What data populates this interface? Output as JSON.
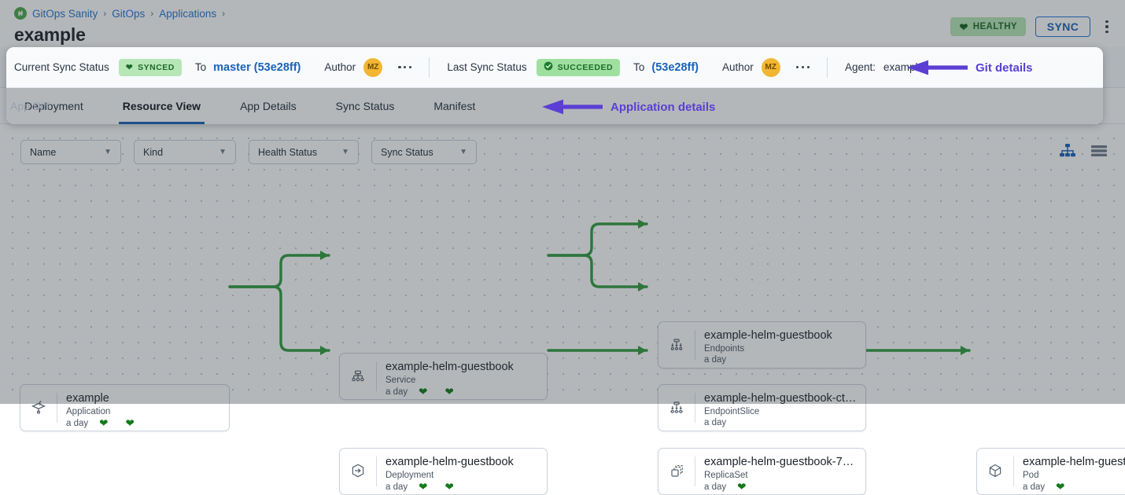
{
  "breadcrumb": {
    "icon": "gitops-logo-icon",
    "items": [
      "GitOps Sanity",
      "GitOps",
      "Applications"
    ],
    "separator": "›"
  },
  "header": {
    "title": "example",
    "health_badge": {
      "label": "HEALTHY",
      "icon": "heart-icon",
      "color": "#b7e6b7"
    },
    "sync_button": {
      "label": "SYNC",
      "color": "#2176d2"
    },
    "kebab": "more-options-icon"
  },
  "status_bar": {
    "current_sync_label": "Current Sync Status",
    "current_sync_pill": {
      "label": "SYNCED",
      "icon": "heart-icon"
    },
    "current_to_label": "To",
    "current_revision": "master (53e28ff)",
    "current_author_label": "Author",
    "current_author_initials": "MZ",
    "last_sync_label": "Last Sync Status",
    "last_sync_pill": {
      "label": "SUCCEEDED",
      "icon": "check-circle-icon"
    },
    "last_to_label": "To",
    "last_revision": "(53e28ff)",
    "last_author_label": "Author",
    "last_author_initials": "MZ",
    "agent_label": "Agent:",
    "agent_value": "example"
  },
  "tabs": [
    {
      "label": "Deployment",
      "active": false,
      "dim": false
    },
    {
      "label": "Resource View",
      "active": true,
      "dim": false
    },
    {
      "label": "App Details",
      "active": false,
      "dim": false
    },
    {
      "label": "Sync Status",
      "active": false,
      "dim": false
    },
    {
      "label": "Manifest",
      "active": false,
      "dim": false
    },
    {
      "label": "App Diff",
      "active": false,
      "dim": true
    }
  ],
  "annotations": {
    "git_details": "Git details",
    "application_details": "Application details",
    "color": "#5b3fd4"
  },
  "filters": [
    {
      "label": "Name"
    },
    {
      "label": "Kind"
    },
    {
      "label": "Health Status"
    },
    {
      "label": "Sync Status"
    }
  ],
  "view_toggle": {
    "tree_icon": "tree-view-icon",
    "list_icon": "list-view-icon",
    "active": "tree",
    "active_color": "#1a62b8",
    "inactive_color": "#6d7c8b"
  },
  "graph": {
    "edge_color": "#2e9b3e",
    "nodes": [
      {
        "id": "app",
        "icon": "application-icon",
        "title": "example",
        "kind": "Application",
        "age": "a day",
        "hearts": 2
      },
      {
        "id": "service",
        "icon": "service-icon",
        "title": "example-helm-guestbook",
        "kind": "Service",
        "age": "a day",
        "hearts": 2
      },
      {
        "id": "deployment",
        "icon": "deployment-icon",
        "title": "example-helm-guestbook",
        "kind": "Deployment",
        "age": "a day",
        "hearts": 2
      },
      {
        "id": "endpoints",
        "icon": "endpoints-icon",
        "title": "example-helm-guestbook",
        "kind": "Endpoints",
        "age": "a day",
        "hearts": 0
      },
      {
        "id": "endpointslice",
        "icon": "endpointslice-icon",
        "title": "example-helm-guestbook-ct…",
        "kind": "EndpointSlice",
        "age": "a day",
        "hearts": 0
      },
      {
        "id": "replicaset",
        "icon": "replicaset-icon",
        "title": "example-helm-guestbook-74…",
        "kind": "ReplicaSet",
        "age": "a day",
        "hearts": 1
      },
      {
        "id": "pod",
        "icon": "pod-icon",
        "title": "example-helm-guest",
        "kind": "Pod",
        "age": "a day",
        "hearts": 1
      }
    ]
  }
}
